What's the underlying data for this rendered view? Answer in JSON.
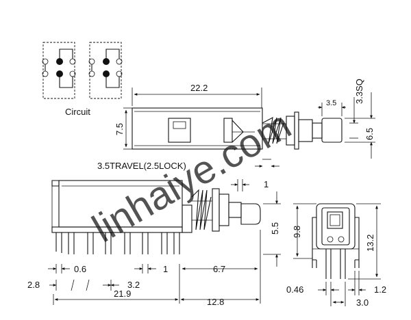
{
  "labels": {
    "circuit": "Circuit",
    "overall_length": "22.2",
    "square_size": "3.3SQ",
    "cap_width": "3.5",
    "body_height": "7.5",
    "stem_height": "6.5",
    "travel": "3.5TRAVEL(2.5LOCK)",
    "bracket_offset": "1",
    "stem_offset": "5.5",
    "pin_spacing": "0.6",
    "pin_tail": "1",
    "cap_length": "6.7",
    "pin_offset_a": "2.8",
    "pin_offset_b": "3.2",
    "total_length": "21.9",
    "stem_length": "12.8",
    "side_height": "9.8",
    "side_total_height": "13.2",
    "pin_thickness": "0.46",
    "pin_width": "1.2",
    "pin_pitch": "3.0"
  },
  "watermark": "linhaiye.com",
  "colors": {
    "line": "#111111",
    "watermark": "#8f7fdc"
  }
}
